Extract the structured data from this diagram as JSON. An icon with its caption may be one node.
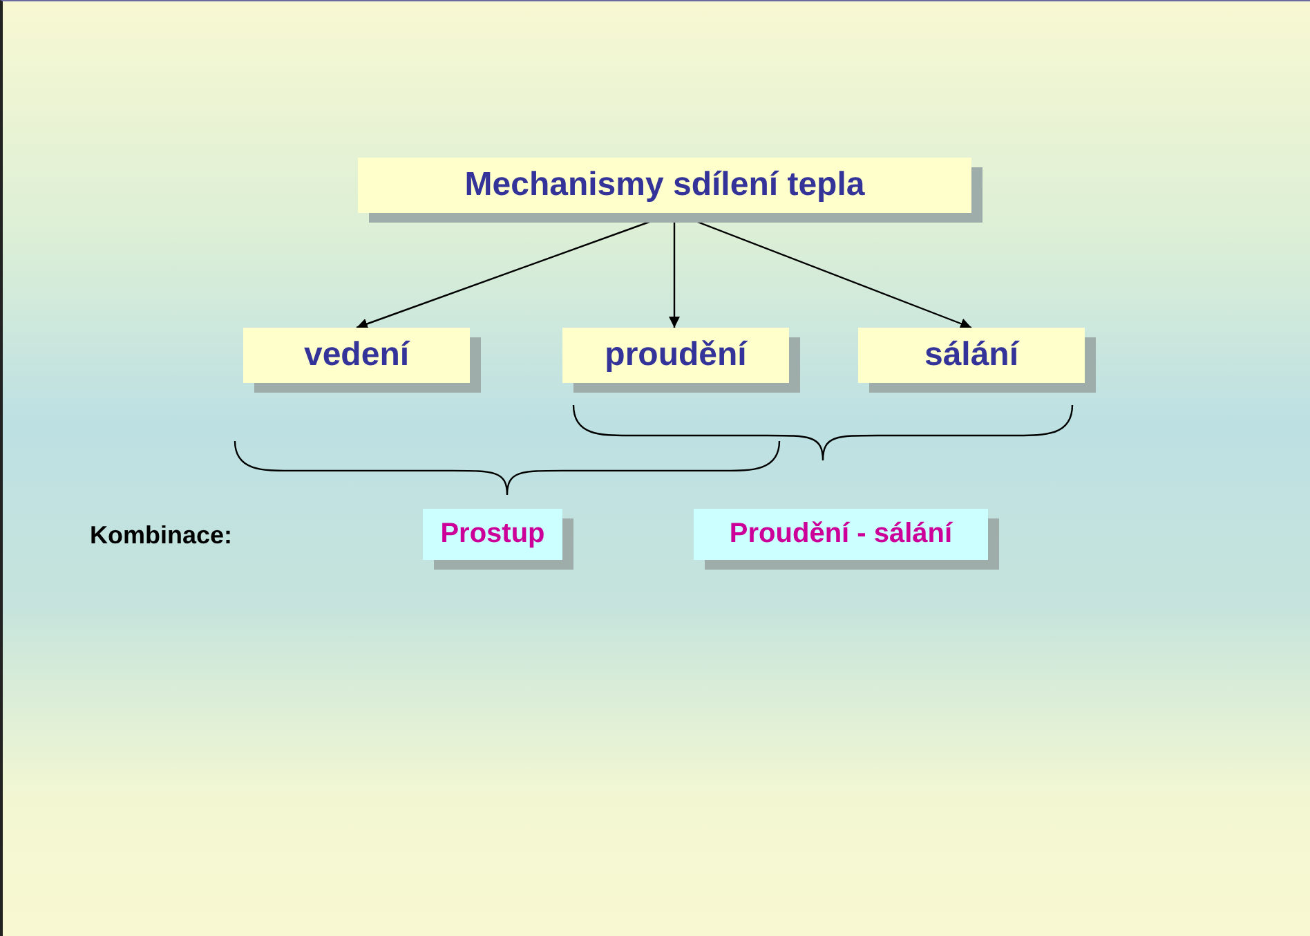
{
  "diagram": {
    "nodes": [
      {
        "text": [
          "Mechanismy sdílení tepla"
        ]
      },
      {
        "text": [
          "vedení"
        ]
      },
      {
        "text": [
          "proudění"
        ]
      },
      {
        "text": [
          "sálání"
        ]
      },
      {
        "text": [
          "Prostup"
        ]
      },
      {
        "text": [
          "Proudění - sálání"
        ]
      }
    ],
    "edges": [
      {
        "from": 0,
        "to": 1,
        "arrow": "to"
      },
      {
        "from": 0,
        "to": 2,
        "arrow": "to"
      },
      {
        "from": 0,
        "to": 3,
        "arrow": "to"
      }
    ],
    "labels": [
      "Kombinace:"
    ]
  }
}
